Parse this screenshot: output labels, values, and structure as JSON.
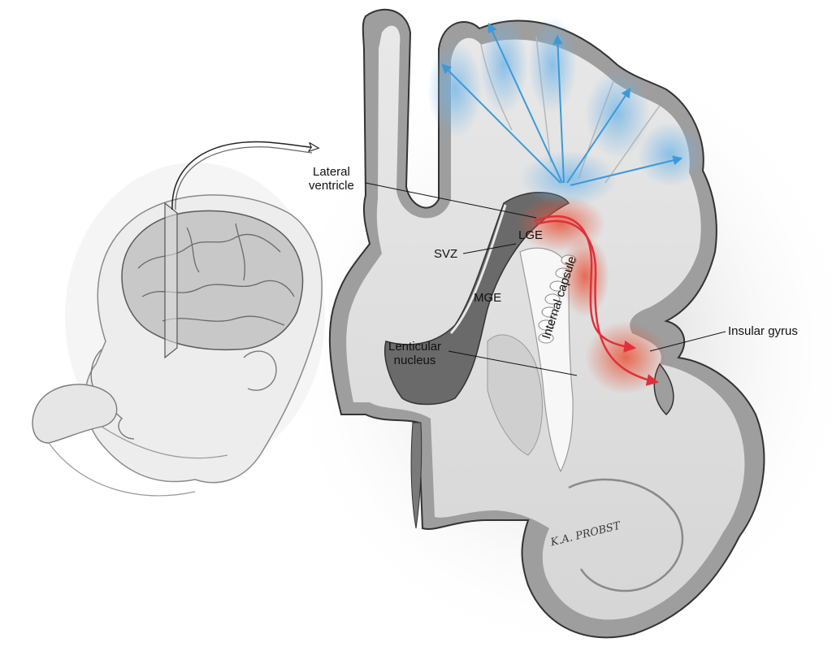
{
  "labels": {
    "lateral_ventricle": [
      "Lateral",
      "ventricle"
    ],
    "lge": "LGE",
    "svz": "SVZ",
    "mge": "MGE",
    "internal_capsule": "Internal capsule",
    "insular_gyrus": "Insular gyrus",
    "lenticular_nucleus": [
      "Lenticular",
      "nucleus"
    ]
  },
  "signature": "K.A. PROBST",
  "colors": {
    "radial_migration": "#3a9ad9",
    "radial_cloud": "#6db3e8",
    "tangential_migration": "#e0303a",
    "tangential_cloud": "#e8553a",
    "tissue_light": "#f2f2f2",
    "cortex_gray": "#a8a8a8",
    "ventricle_dark": "#6a6a6a"
  },
  "icons": {
    "fetus": "fetus-head-illustration",
    "section_arrow": "curved-arrow-icon"
  }
}
